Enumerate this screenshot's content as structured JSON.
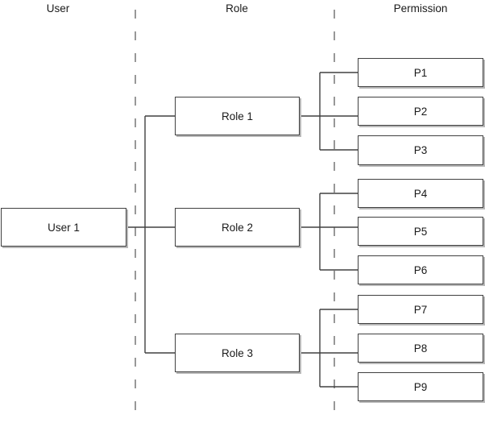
{
  "columns": [
    {
      "label": "User"
    },
    {
      "label": "Role"
    },
    {
      "label": "Permission"
    }
  ],
  "nodes": {
    "user": {
      "label": "User 1"
    },
    "roles": [
      {
        "label": "Role 1"
      },
      {
        "label": "Role 2"
      },
      {
        "label": "Role 3"
      }
    ],
    "permissions": [
      {
        "label": "P1"
      },
      {
        "label": "P2"
      },
      {
        "label": "P3"
      },
      {
        "label": "P4"
      },
      {
        "label": "P5"
      },
      {
        "label": "P6"
      },
      {
        "label": "P7"
      },
      {
        "label": "P8"
      },
      {
        "label": "P9"
      }
    ]
  },
  "edges": [
    {
      "from": "User 1",
      "to": "Role 1"
    },
    {
      "from": "User 1",
      "to": "Role 2"
    },
    {
      "from": "User 1",
      "to": "Role 3"
    },
    {
      "from": "Role 1",
      "to": "P1"
    },
    {
      "from": "Role 1",
      "to": "P2"
    },
    {
      "from": "Role 1",
      "to": "P3"
    },
    {
      "from": "Role 2",
      "to": "P4"
    },
    {
      "from": "Role 2",
      "to": "P5"
    },
    {
      "from": "Role 2",
      "to": "P6"
    },
    {
      "from": "Role 3",
      "to": "P7"
    },
    {
      "from": "Role 3",
      "to": "P8"
    },
    {
      "from": "Role 3",
      "to": "P9"
    }
  ],
  "colors": {
    "background": "#ffffff",
    "box_fill": "#ffffff",
    "box_border": "#404040",
    "connector": "#404040",
    "separator": "#7f7f7f",
    "shadow": "#b8b8b8",
    "text": "#1a1a1a"
  }
}
